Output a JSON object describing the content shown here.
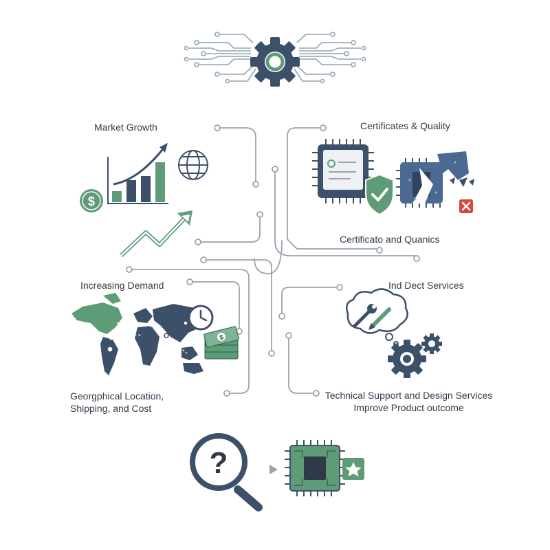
{
  "sections": {
    "market_growth": {
      "label": "Market Growth"
    },
    "certificates_quality": {
      "label": "Certificates & Quality"
    },
    "certificato_quanics": {
      "label": "Certificato and Quanics"
    },
    "increasing_demand": {
      "label": "Increasing Demand"
    },
    "ind_dect_services": {
      "label": "Ind Dect Services"
    },
    "geographical": {
      "line1": "Georgphical Location,",
      "line2": "Shipping, and Cost"
    },
    "technical_support": {
      "line1": "Technical Support and Design Services",
      "line2": "Improve Product outcome"
    }
  },
  "colors": {
    "navy": "#3d5069",
    "green": "#5e9c78",
    "line": "#9aa3ad",
    "red": "#d9463e"
  },
  "icons": [
    "gear-icon",
    "bar-chart-icon",
    "globe-icon",
    "dollar-icon",
    "trend-arrow-icon",
    "chip-certificate-icon",
    "shield-check-icon",
    "broken-chip-icon",
    "error-x-icon",
    "world-map-icon",
    "clock-icon",
    "cash-stack-icon",
    "wrench-icon",
    "pencil-icon",
    "gears-icon",
    "magnifier-question-icon",
    "arrow-right-icon",
    "chip-icon",
    "star-badge-icon"
  ]
}
